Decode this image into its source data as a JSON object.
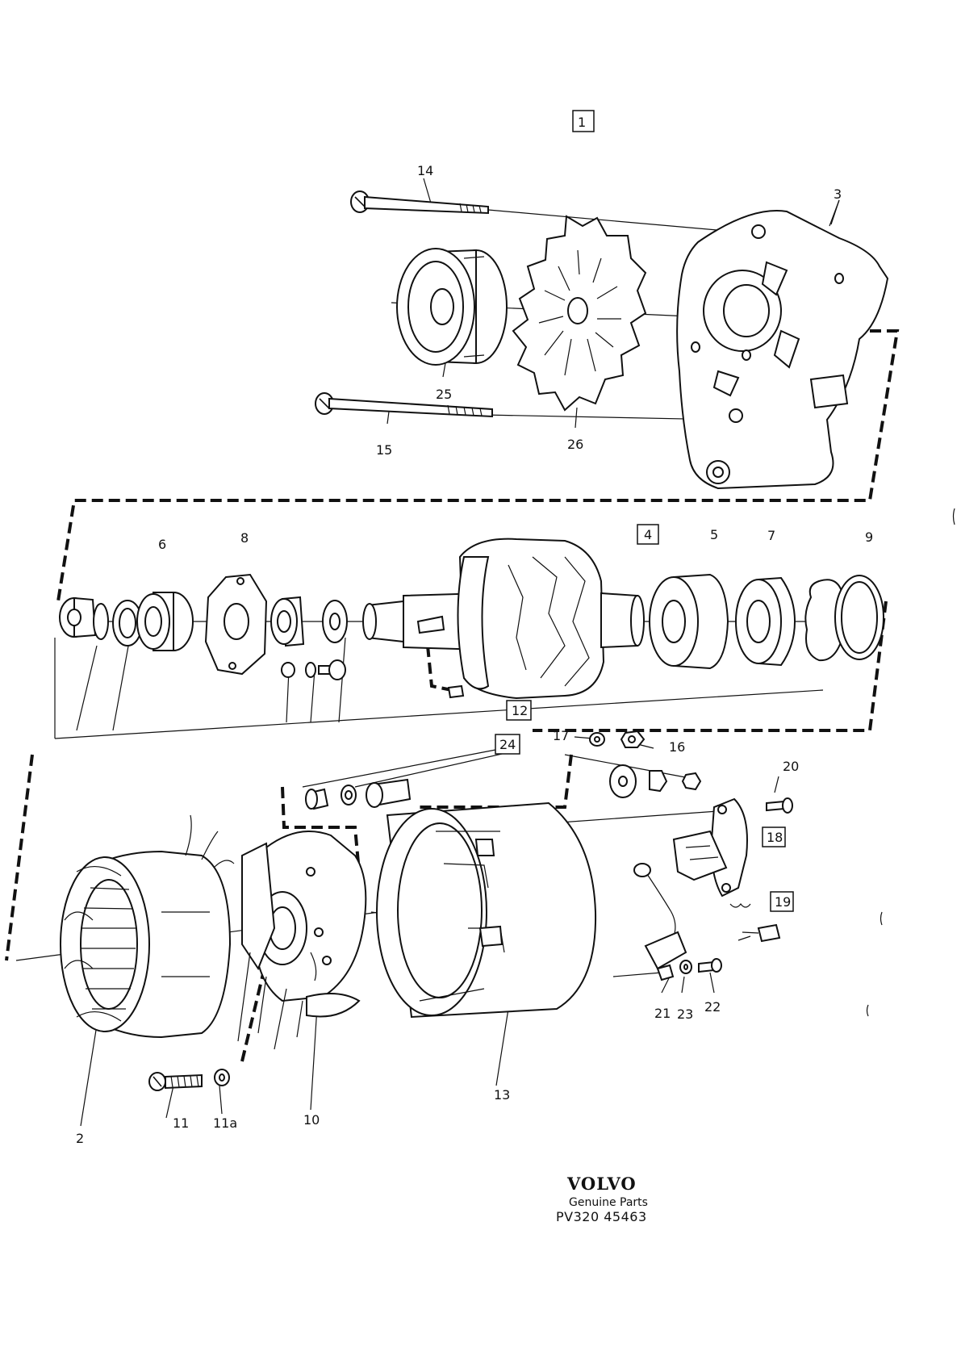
{
  "diagram_ref": "1",
  "labels": {
    "l2": "2",
    "l3": "3",
    "l4": "4",
    "l5": "5",
    "l6": "6",
    "l7": "7",
    "l8": "8",
    "l9": "9",
    "l10": "10",
    "l11": "11",
    "l11a": "11a",
    "l12": "12",
    "l13": "13",
    "l14": "14",
    "l15": "15",
    "l16": "16",
    "l17": "17",
    "l18": "18",
    "l19": "19",
    "l20": "20",
    "l21": "21",
    "l22": "22",
    "l23": "23",
    "l24": "24",
    "l25": "25",
    "l26": "26"
  },
  "brand": {
    "name": "VOLVO",
    "tagline": "Genuine Parts",
    "code": "PV320 45463"
  }
}
